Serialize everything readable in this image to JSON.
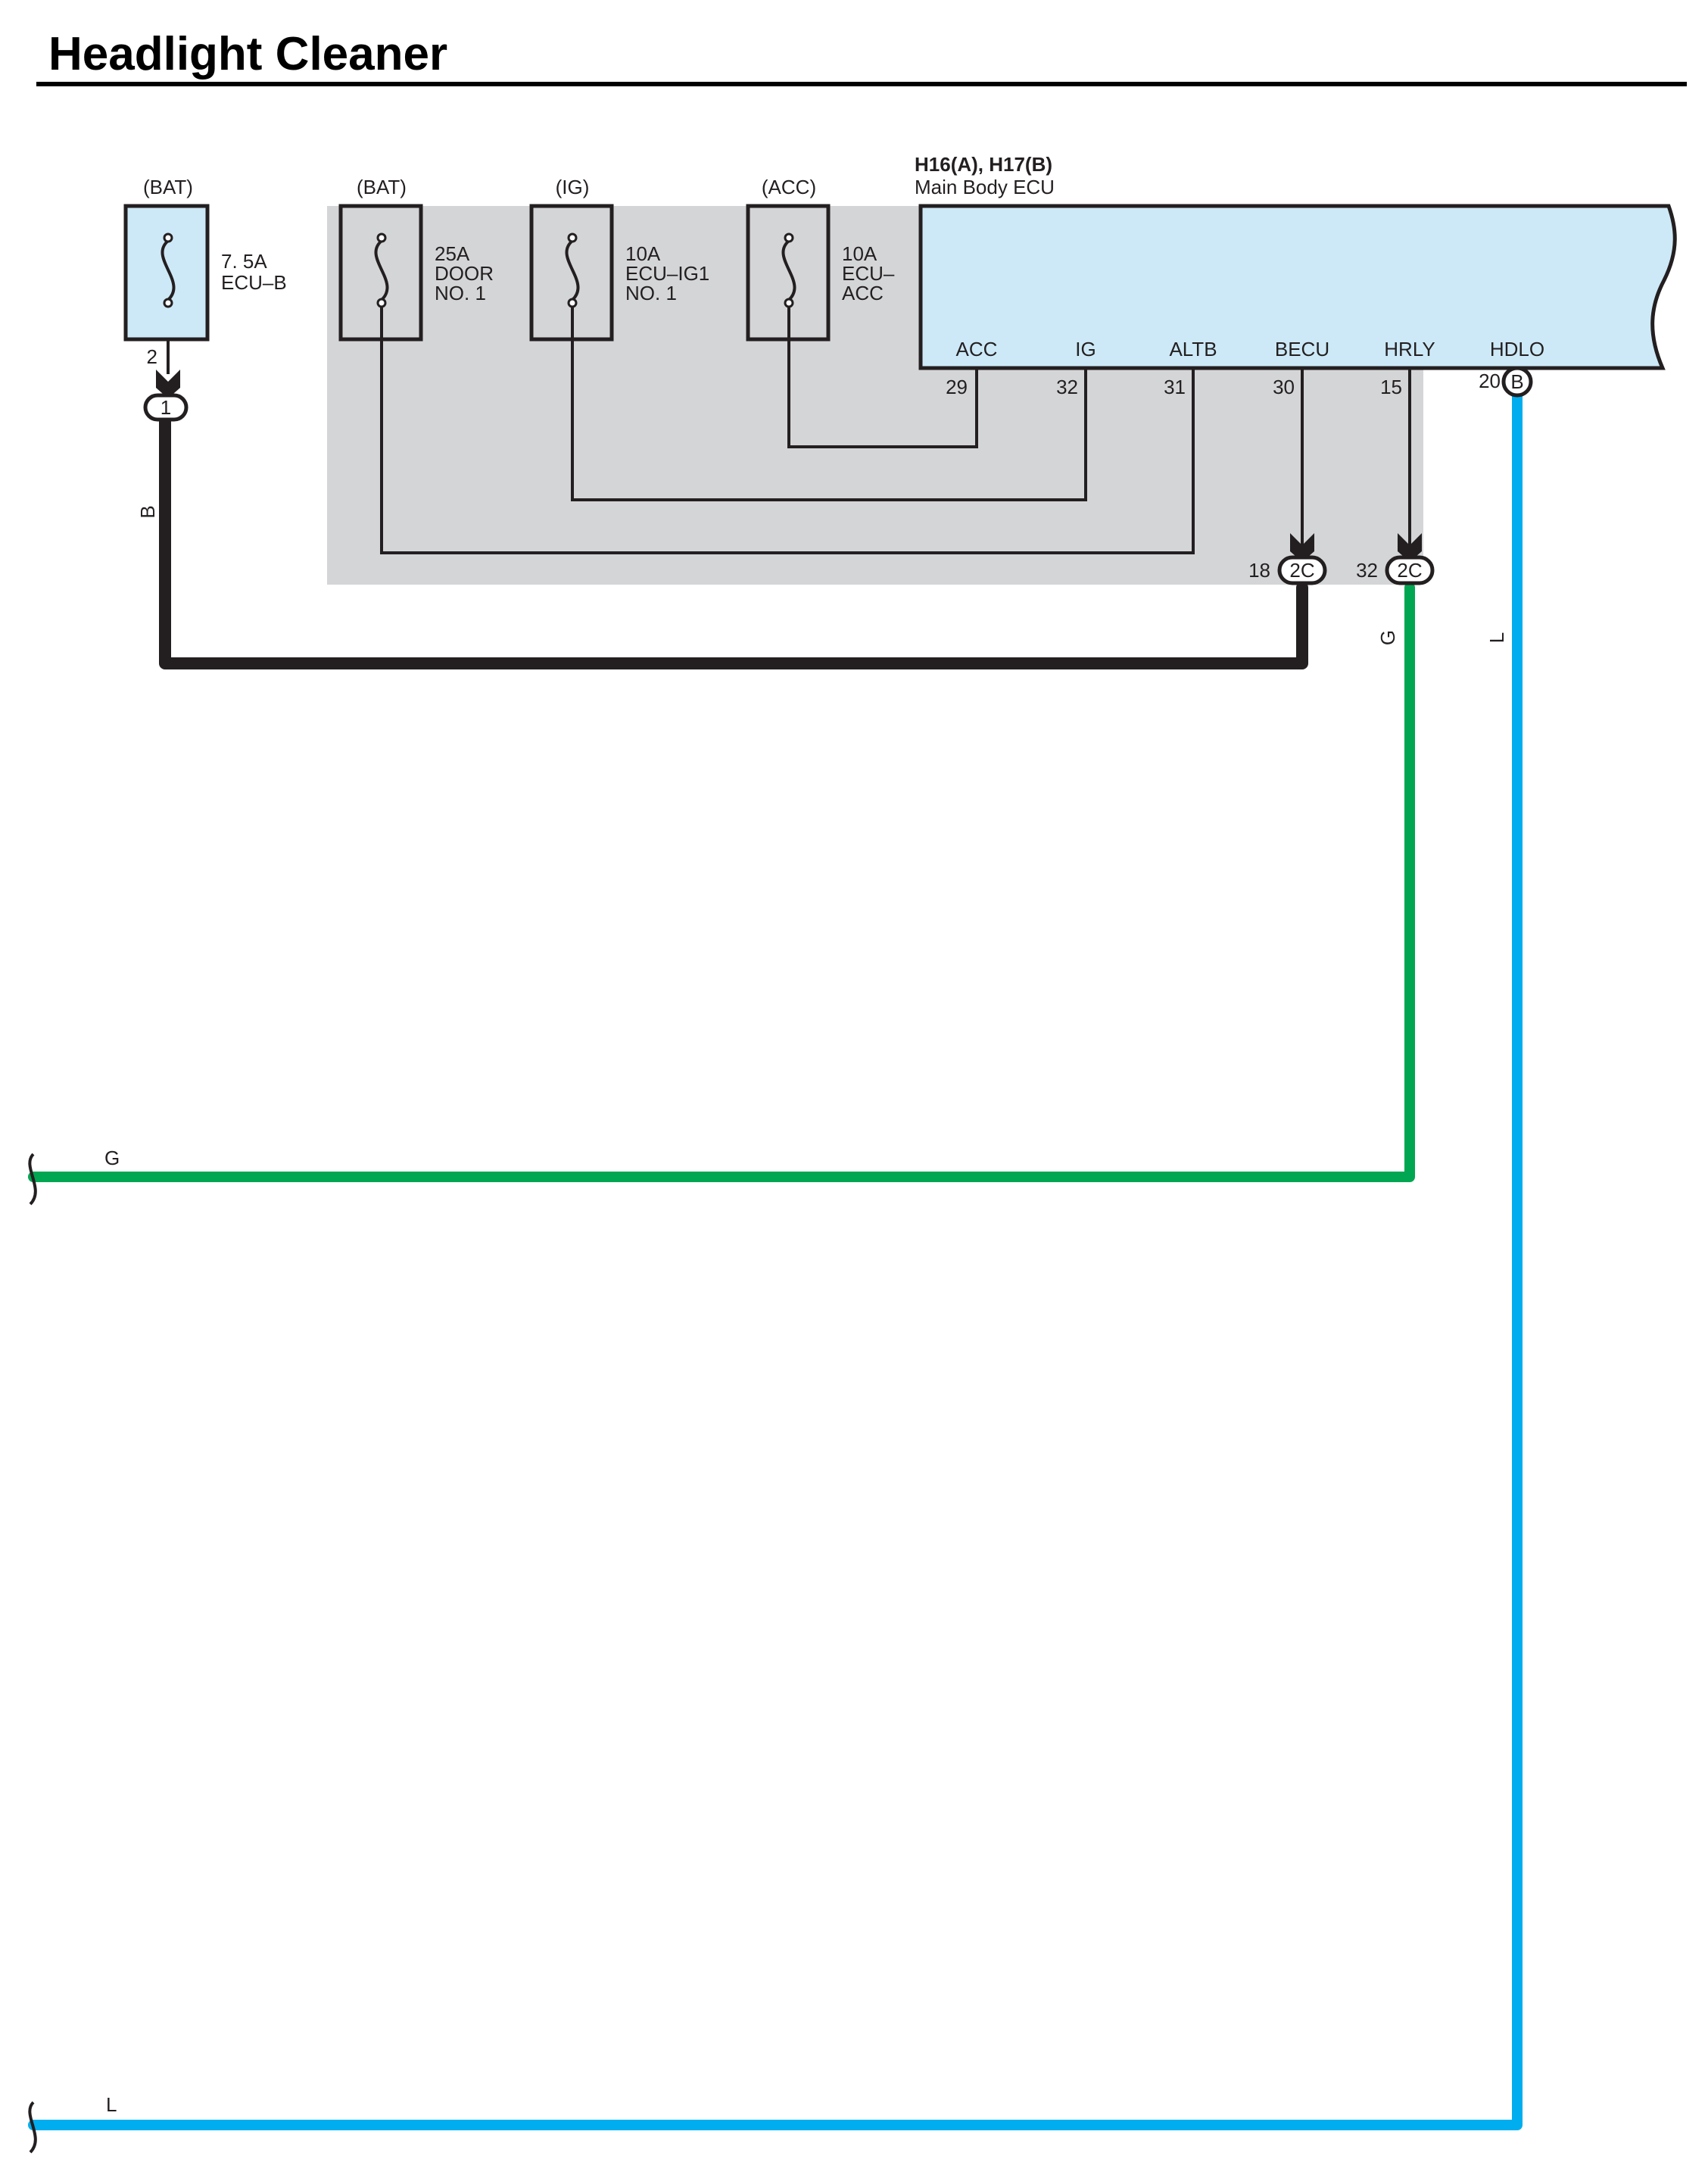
{
  "title": "Headlight Cleaner",
  "colors": {
    "ecu_fill": "#cde9f7",
    "panel_fill": "#d4d5d7",
    "wire_black": "#231f20",
    "wire_green": "#00a651",
    "wire_blue": "#00aeef"
  },
  "fuses": {
    "ecu_b": {
      "source": "(BAT)",
      "line1": "7. 5A",
      "line2": "ECU–B",
      "line3": "",
      "pin": "2",
      "connector": "1"
    },
    "door": {
      "source": "(BAT)",
      "line1": "25A",
      "line2": "DOOR",
      "line3": "NO. 1"
    },
    "ecu_ig1": {
      "source": "(IG)",
      "line1": "10A",
      "line2": "ECU–IG1",
      "line3": "NO. 1"
    },
    "ecu_acc": {
      "source": "(ACC)",
      "line1": "10A",
      "line2": "ECU–",
      "line3": "ACC"
    }
  },
  "ecu": {
    "code": "H16(A), H17(B)",
    "name": "Main Body ECU",
    "terminals": [
      {
        "name": "ACC",
        "pin": "29"
      },
      {
        "name": "IG",
        "pin": "32"
      },
      {
        "name": "ALTB",
        "pin": "31"
      },
      {
        "name": "BECU",
        "pin": "30"
      },
      {
        "name": "HRLY",
        "pin": "15"
      },
      {
        "name": "HDLO",
        "pin": "20"
      }
    ],
    "hdlo_connector": "B"
  },
  "junctions": [
    {
      "pin": "18",
      "code": "2C"
    },
    {
      "pin": "32",
      "code": "2C"
    }
  ],
  "wires": {
    "black": "B",
    "green": "G",
    "blue": "L"
  }
}
